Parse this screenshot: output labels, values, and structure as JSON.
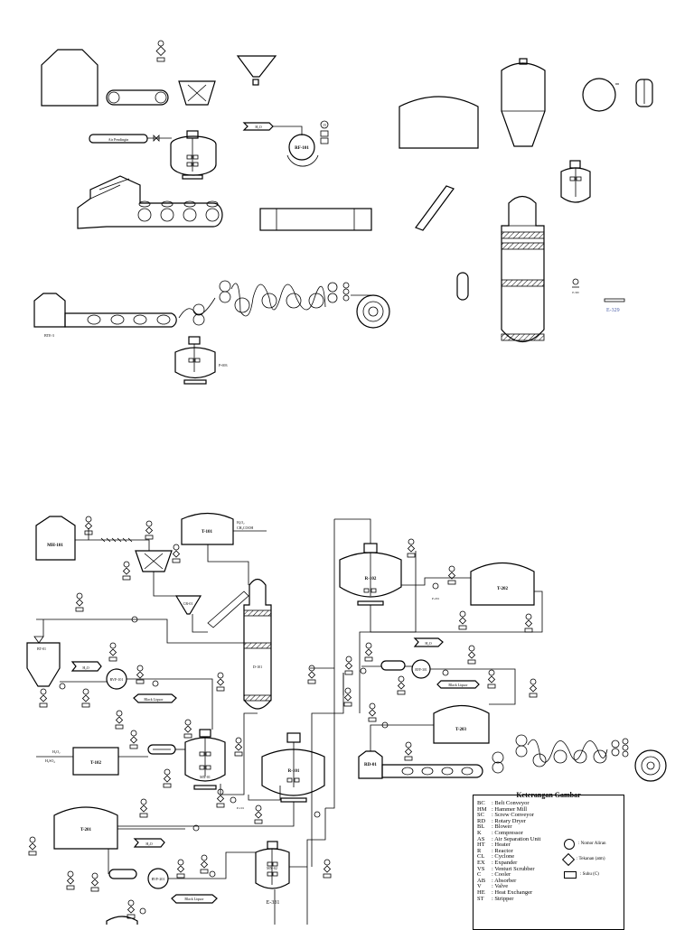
{
  "top_labels": {
    "air_pendingin": "Air Pendingin",
    "h2o": "H₂O",
    "rf101": "RF-101",
    "stream_15": "15",
    "bte3": "BTE-3",
    "p693": "P-693",
    "e329": "E-329",
    "e330": "E-330"
  },
  "bottom_labels": {
    "mh101": "MH-101",
    "t101": "T-101",
    "t101_feed_a": "H₂O₂",
    "t101_feed_b": "CH₃COOH",
    "cr01": "CR-01",
    "bt01": "BT-01",
    "d101": "D-101",
    "h2o_a": "H₂O",
    "rvf101": "RVF-101",
    "black_liquor_a": "Black Liquor",
    "t102": "T-102",
    "t102_feed_a": "H₂O₂",
    "t102_feed_b": "H₂SO₄",
    "mx01": "MX-01",
    "r101": "R-101",
    "t201": "T-201",
    "h2o_b": "H₂O",
    "rvf201": "RVF-201",
    "black_liquor_b": "Black Liquor",
    "mx02": "MX-02",
    "e331": "E-331",
    "r102": "R-102",
    "t202": "T-202",
    "h2o_c": "H₂O",
    "rvf301": "RVF-301",
    "black_liquor_c": "Black Liquor",
    "t203": "T-203",
    "rd01": "RD-01",
    "p201": "P-201",
    "p101": "P-101"
  },
  "legend": {
    "title": "Keterangan Gambar",
    "items": [
      {
        "code": "BC",
        "desc": ": Belt Conveyor"
      },
      {
        "code": "HM",
        "desc": ": Hammer Mill"
      },
      {
        "code": "SC",
        "desc": ": Screw Conveyor"
      },
      {
        "code": "RD",
        "desc": ": Rotary Dryer"
      },
      {
        "code": "BL",
        "desc": ": Blower"
      },
      {
        "code": "K",
        "desc": ": Compressor"
      },
      {
        "code": "AS",
        "desc": ": Air Separation Unit"
      },
      {
        "code": "HT",
        "desc": ": Heater"
      },
      {
        "code": "R",
        "desc": ": Reactor"
      },
      {
        "code": "CL",
        "desc": ": Cyclone"
      },
      {
        "code": "EX",
        "desc": ": Expander"
      },
      {
        "code": "VS",
        "desc": ": Venturi Scrubber"
      },
      {
        "code": "C",
        "desc": ": Cooler"
      },
      {
        "code": "AB",
        "desc": ": Absorber"
      },
      {
        "code": "V",
        "desc": ": Valve"
      },
      {
        "code": "HE",
        "desc": ": Heat Exchanger"
      },
      {
        "code": "ST",
        "desc": ": Stripper"
      }
    ],
    "symbols": [
      {
        "shape": "circle",
        "label": ": Nomor Aliran"
      },
      {
        "shape": "diamond",
        "label": ": Tekanan (atm)"
      },
      {
        "shape": "rect",
        "label": ": Suhu (C)"
      }
    ]
  }
}
